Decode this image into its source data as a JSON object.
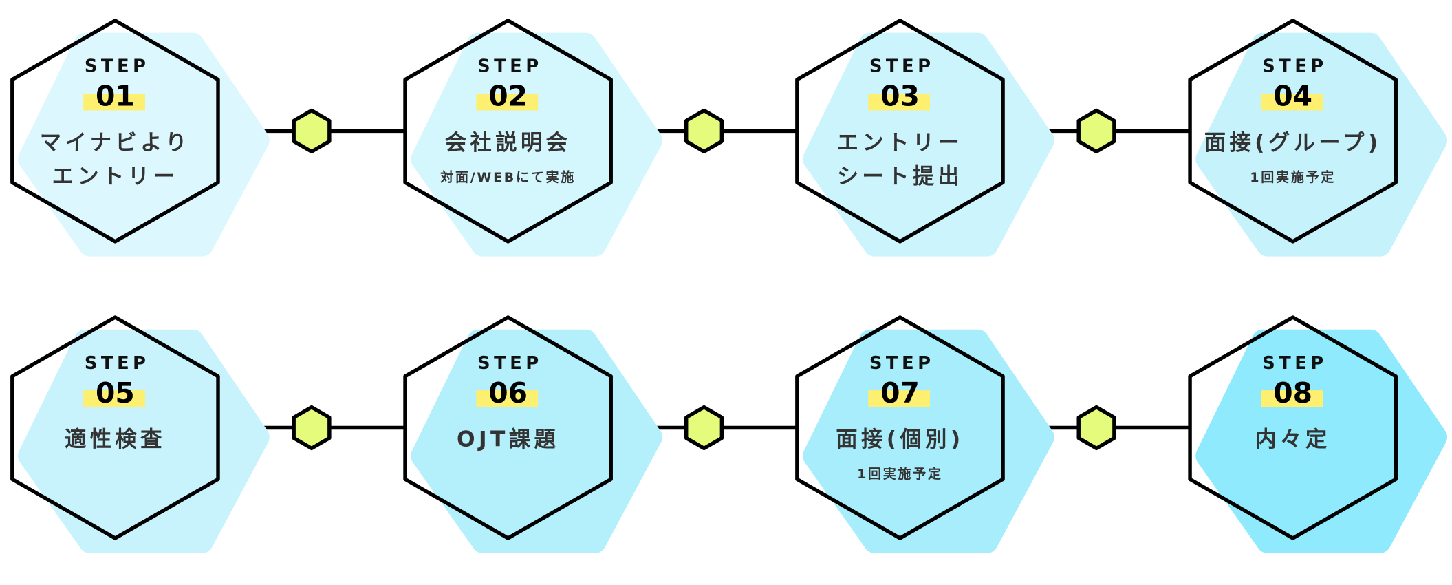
{
  "step_label": "STEP",
  "colors": {
    "outline": "#000000",
    "highlight": "#fdef6f",
    "connector_fill": "#e5fb7c",
    "text": "#333333"
  },
  "steps": [
    {
      "num": "01",
      "lines": [
        "マイナビより",
        "エントリー"
      ],
      "sub": "",
      "bg": "#dcf8fe"
    },
    {
      "num": "02",
      "lines": [
        "会社説明会"
      ],
      "sub": "対面/WEBにて実施",
      "bg": "#d4f6fd"
    },
    {
      "num": "03",
      "lines": [
        "エントリー",
        "シート提出"
      ],
      "sub": "",
      "bg": "#ccf4fd"
    },
    {
      "num": "04",
      "lines": [
        "面接(グループ)"
      ],
      "sub": "1回実施予定",
      "bg": "#c6f2fc"
    },
    {
      "num": "05",
      "lines": [
        "適性検査"
      ],
      "sub": "",
      "bg": "#c9f3fc"
    },
    {
      "num": "06",
      "lines": [
        "OJT課題"
      ],
      "sub": "",
      "bg": "#b4effc"
    },
    {
      "num": "07",
      "lines": [
        "面接(個別)"
      ],
      "sub": "1回実施予定",
      "bg": "#a8edfb"
    },
    {
      "num": "08",
      "lines": [
        "内々定"
      ],
      "sub": "",
      "bg": "#8eeafc"
    }
  ]
}
